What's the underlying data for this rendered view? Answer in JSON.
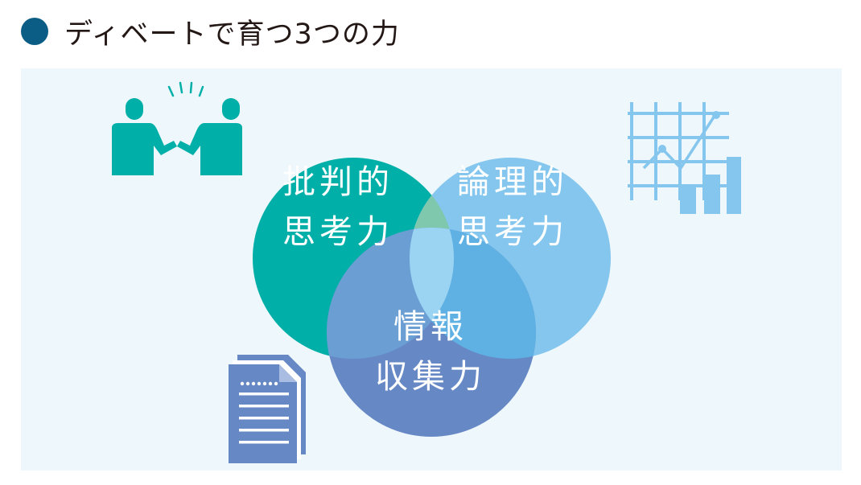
{
  "header": {
    "title": "ディベートで育つ3つの力",
    "bullet_color": "#0c5d86"
  },
  "diagram": {
    "type": "venn",
    "circles": [
      {
        "line1": "批判的",
        "line2": "思考力",
        "color": "#00b0a8"
      },
      {
        "line1": "論理的",
        "line2": "思考力",
        "color": "#84c6ee"
      },
      {
        "line1": "情報",
        "line2": "収集力",
        "color": "#6689c6"
      }
    ],
    "icons": [
      "discussion-icon",
      "growth-chart-icon",
      "document-icon"
    ],
    "panel_color": "#eef7fb"
  }
}
